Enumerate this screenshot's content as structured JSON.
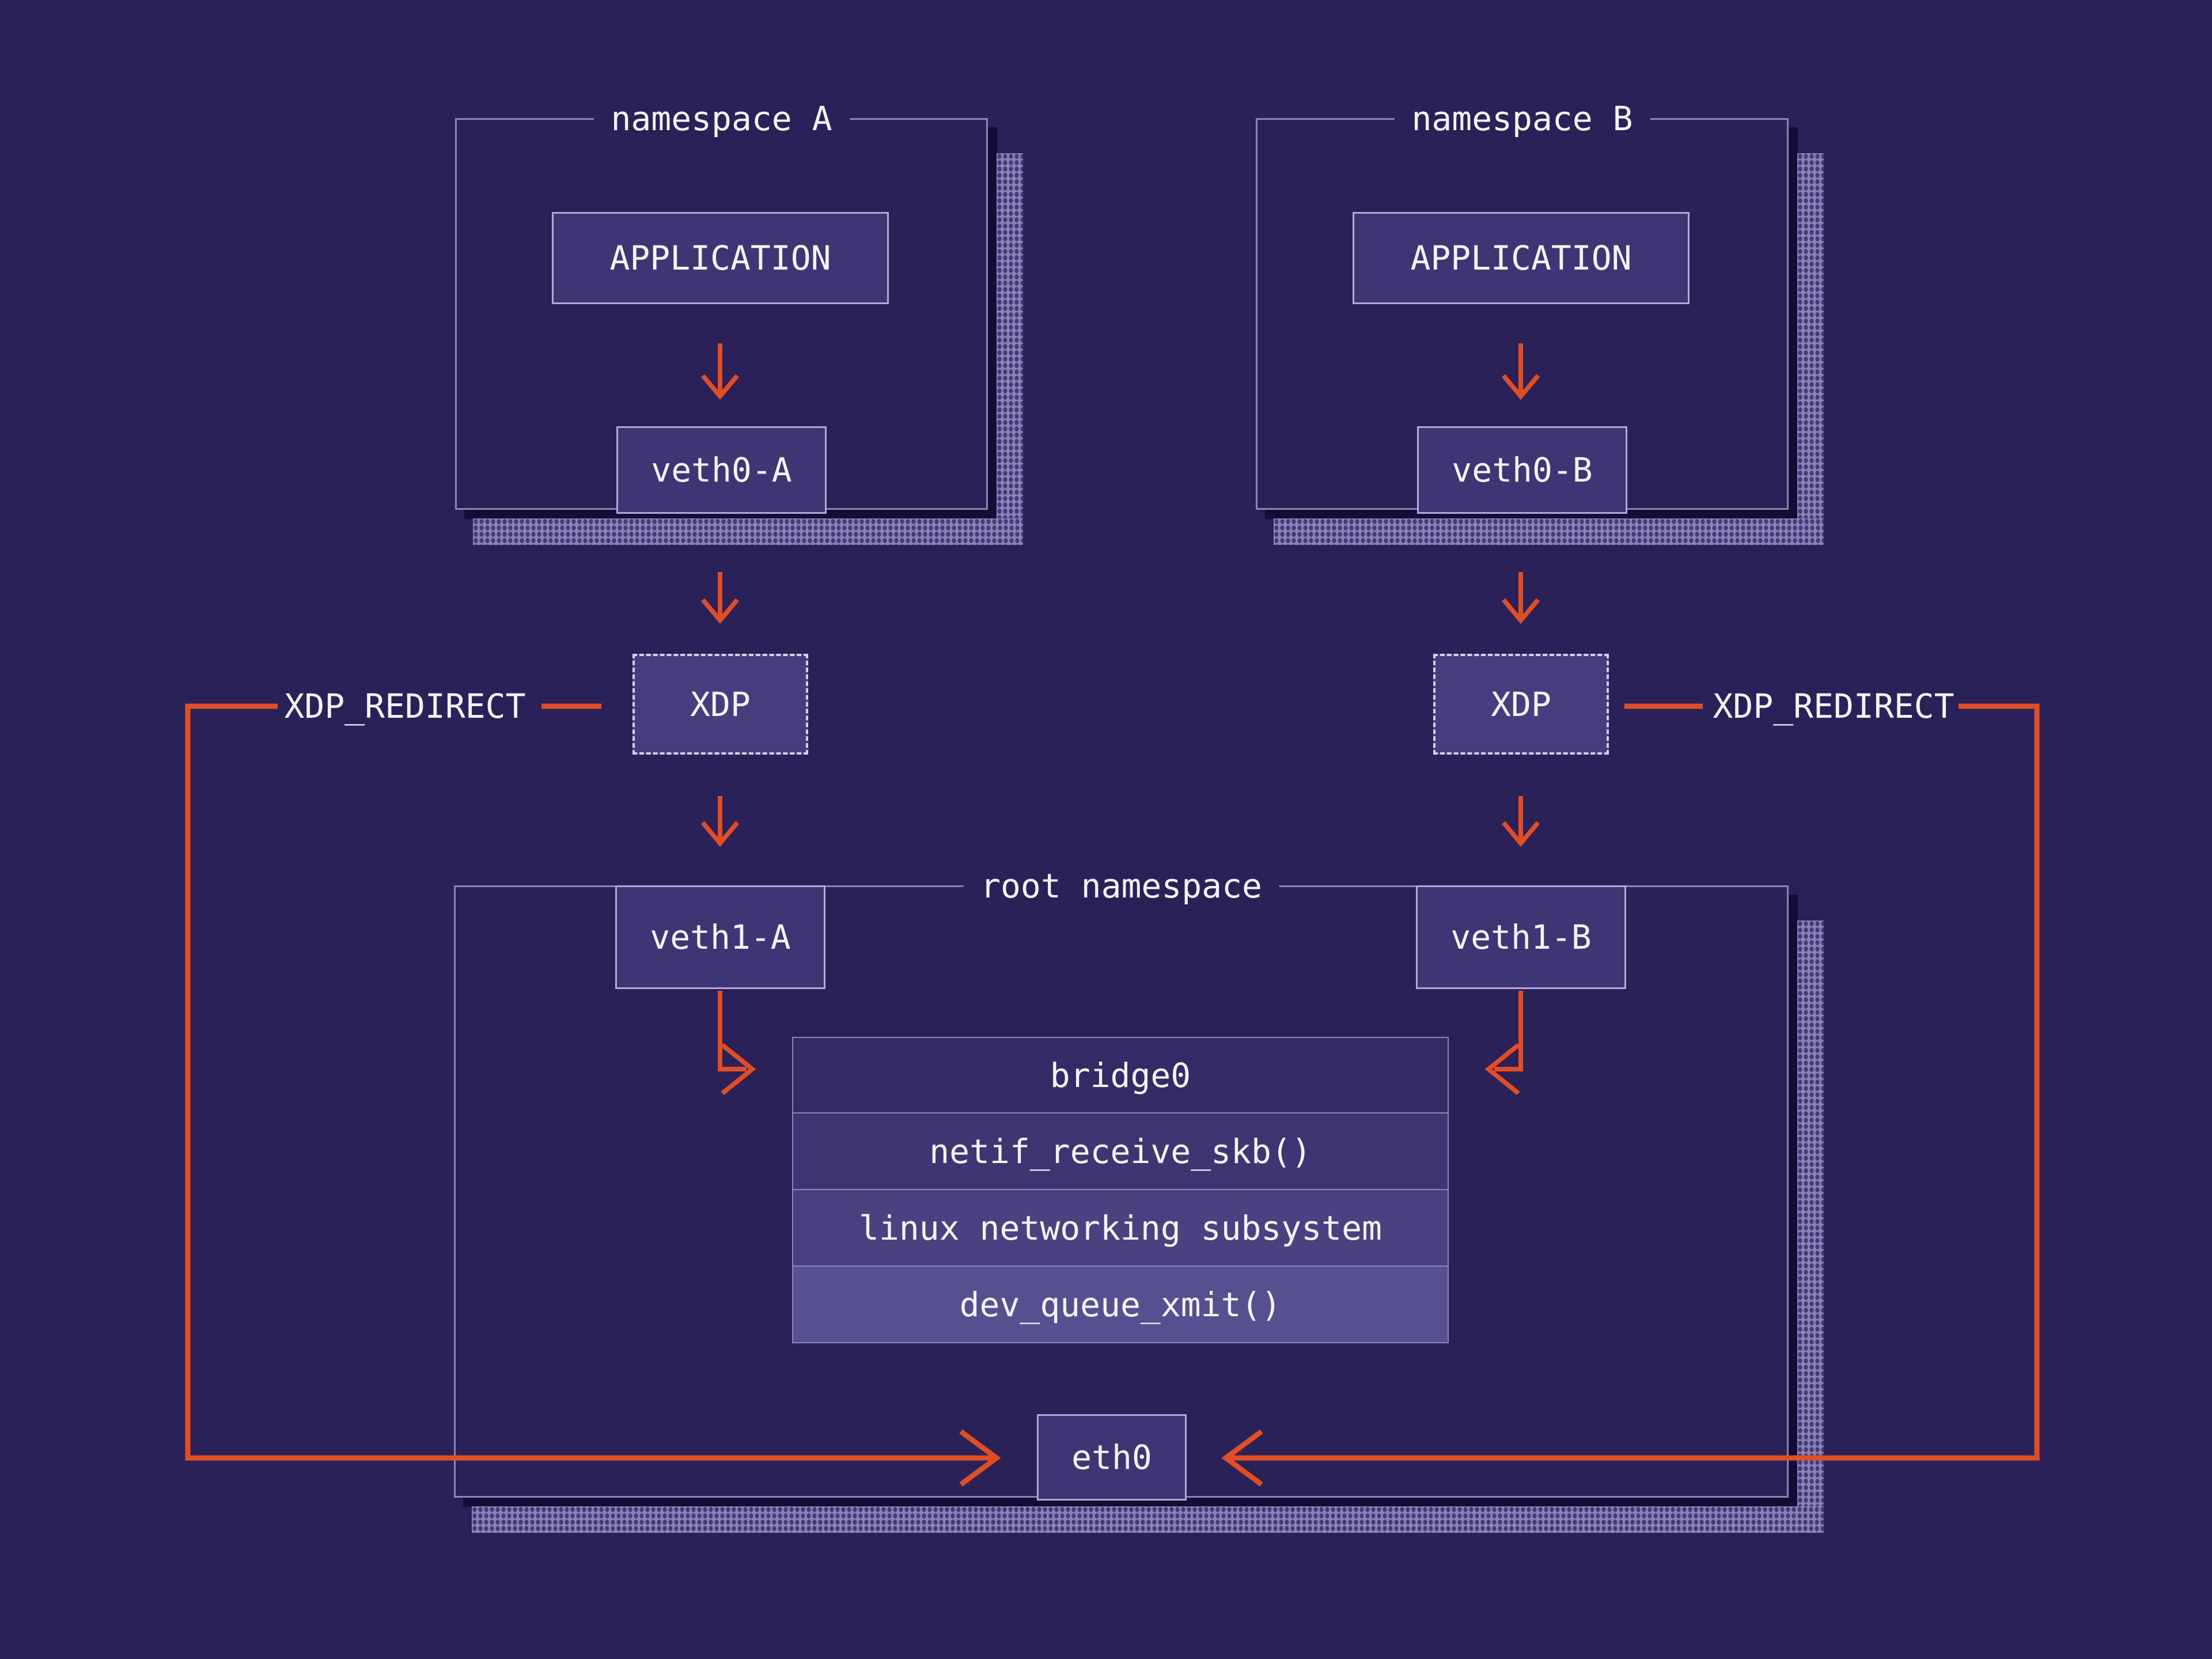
{
  "theme": {
    "bg": "#2a2159",
    "panelBorder": "#8d85b8",
    "boxBorder": "#b1a9d6",
    "boxFill": "#3e3574",
    "xdpFill": "#463d7f",
    "text": "#f4f2fb",
    "orange": "#e14e24",
    "shadow": "#140d36",
    "haloBase": "#8b83b7",
    "haloDot": "#443b7b",
    "stackBorder": "#8d85b8",
    "dash": "#d6d1ec",
    "stackFills": [
      "#332a66",
      "#3e3573",
      "#4a4181",
      "#575090"
    ]
  },
  "namespaceA": {
    "title": "namespace A",
    "application": "APPLICATION",
    "veth0": "veth0-A"
  },
  "namespaceB": {
    "title": "namespace B",
    "application": "APPLICATION",
    "veth0": "veth0-B"
  },
  "xdp": {
    "left": "XDP",
    "right": "XDP"
  },
  "redirect": {
    "left": "XDP_REDIRECT",
    "right": "XDP_REDIRECT"
  },
  "root": {
    "title": "root namespace",
    "veth1A": "veth1-A",
    "veth1B": "veth1-B",
    "stack": [
      "bridge0",
      "netif_receive_skb()",
      "linux networking subsystem",
      "dev_queue_xmit()"
    ],
    "eth0": "eth0"
  }
}
